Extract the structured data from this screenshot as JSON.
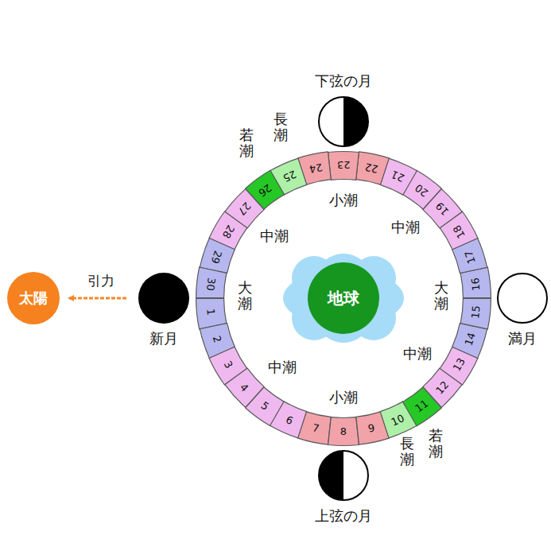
{
  "diagram": {
    "nodes": [
      {
        "text": [
          "太陽"
        ]
      },
      {
        "text": [
          "新月"
        ]
      },
      {
        "text": [
          "下弦の月"
        ]
      },
      {
        "text": [
          "満月"
        ]
      },
      {
        "text": [
          "上弦の月"
        ]
      },
      {
        "text": [
          "地球"
        ]
      },
      {
        "text": [
          "1"
        ]
      },
      {
        "text": [
          "2"
        ]
      },
      {
        "text": [
          "3"
        ]
      },
      {
        "text": [
          "4"
        ]
      },
      {
        "text": [
          "5"
        ]
      },
      {
        "text": [
          "6"
        ]
      },
      {
        "text": [
          "7"
        ]
      },
      {
        "text": [
          "8"
        ]
      },
      {
        "text": [
          "9"
        ]
      },
      {
        "text": [
          "10"
        ]
      },
      {
        "text": [
          "11"
        ]
      },
      {
        "text": [
          "12"
        ]
      },
      {
        "text": [
          "13"
        ]
      },
      {
        "text": [
          "14"
        ]
      },
      {
        "text": [
          "15"
        ]
      },
      {
        "text": [
          "16"
        ]
      },
      {
        "text": [
          "17"
        ]
      },
      {
        "text": [
          "18"
        ]
      },
      {
        "text": [
          "19"
        ]
      },
      {
        "text": [
          "20"
        ]
      },
      {
        "text": [
          "21"
        ]
      },
      {
        "text": [
          "22"
        ]
      },
      {
        "text": [
          "23"
        ]
      },
      {
        "text": [
          "24"
        ]
      },
      {
        "text": [
          "25"
        ]
      },
      {
        "text": [
          "26"
        ]
      },
      {
        "text": [
          "27"
        ]
      },
      {
        "text": [
          "28"
        ]
      },
      {
        "text": [
          "29"
        ]
      },
      {
        "text": [
          "30"
        ]
      }
    ],
    "edges": [
      {
        "from": 1,
        "to": 0,
        "arrow": "to",
        "label": "引力"
      }
    ],
    "labels": [
      "若潮",
      "長潮",
      "小潮",
      "中潮",
      "中潮",
      "大潮",
      "大潮",
      "中潮",
      "中潮",
      "小潮",
      "長潮",
      "若潮"
    ]
  }
}
